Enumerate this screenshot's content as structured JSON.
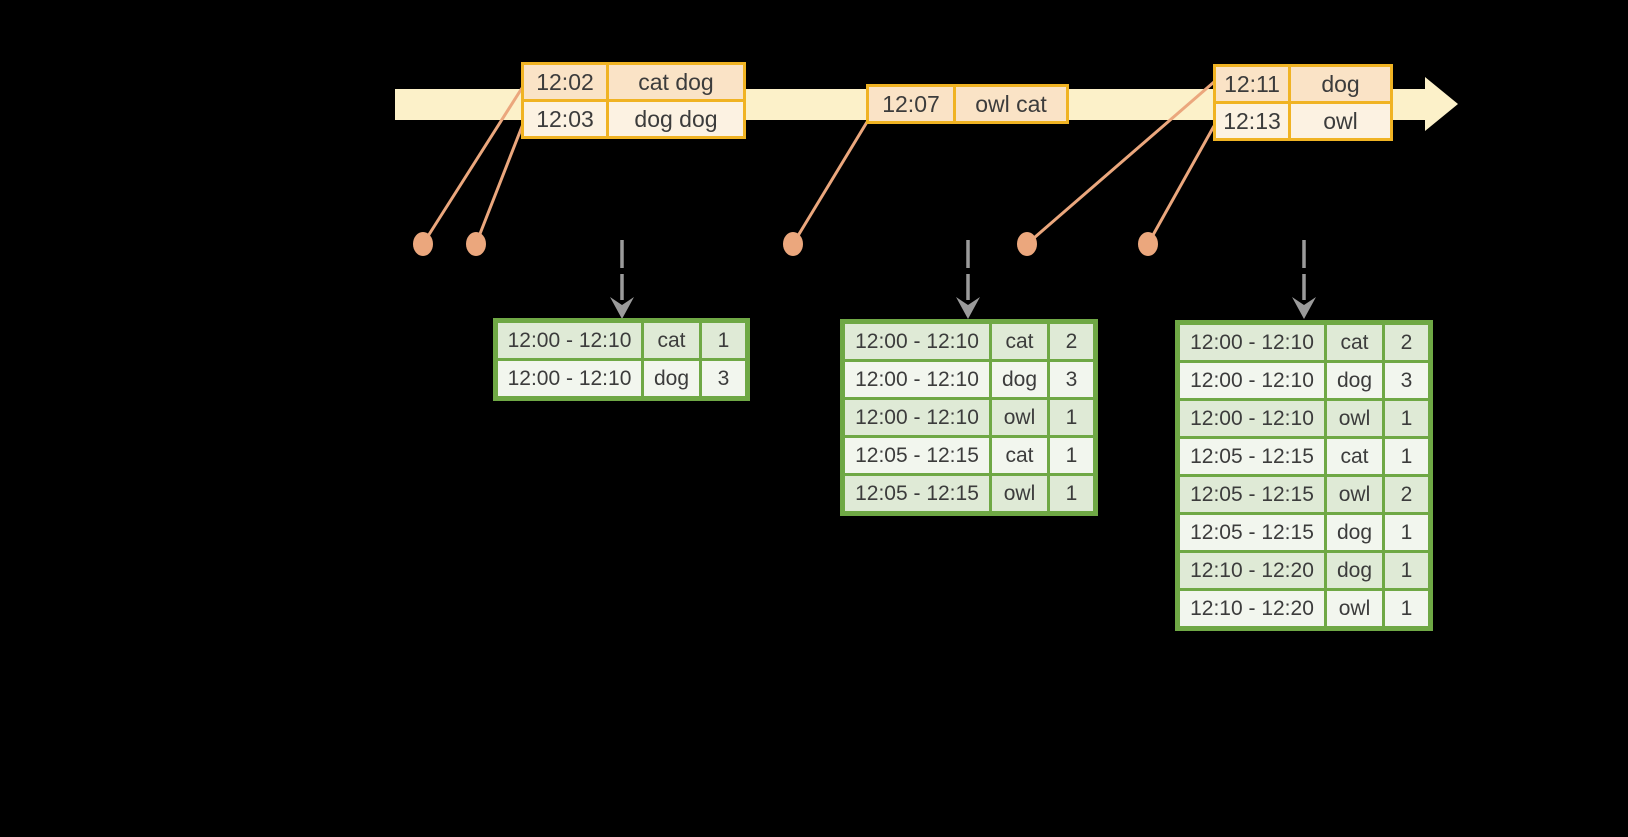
{
  "colors": {
    "canvas": "#000000",
    "timeline_fill": "#FCF1C9",
    "event_border": "#F0B323",
    "event_row_odd": "#FAE3C6",
    "event_row_even": "#FCF2E2",
    "connector": "#EBA77D",
    "dashed_arrow": "#9B9B9B",
    "result_border": "#6FA845",
    "result_row_odd": "#DFEAD6",
    "result_row_even": "#F2F6EE",
    "text": "#3C3C3C"
  },
  "icons": {
    "timeline_arrowhead": "right-arrow",
    "event_marker": "filled-dot",
    "trigger_arrow": "dashed-down-arrow"
  },
  "event_tables": [
    {
      "rows": [
        {
          "time": "12:02",
          "words": "cat dog"
        },
        {
          "time": "12:03",
          "words": "dog dog"
        }
      ]
    },
    {
      "rows": [
        {
          "time": "12:07",
          "words": "owl cat"
        }
      ]
    },
    {
      "rows": [
        {
          "time": "12:11",
          "words": "dog"
        },
        {
          "time": "12:13",
          "words": "owl"
        }
      ]
    }
  ],
  "result_tables": [
    {
      "rows": [
        {
          "window": "12:00 - 12:10",
          "word": "cat",
          "count": 1
        },
        {
          "window": "12:00 - 12:10",
          "word": "dog",
          "count": 3
        }
      ]
    },
    {
      "rows": [
        {
          "window": "12:00 - 12:10",
          "word": "cat",
          "count": 2
        },
        {
          "window": "12:00 - 12:10",
          "word": "dog",
          "count": 3
        },
        {
          "window": "12:00 - 12:10",
          "word": "owl",
          "count": 1
        },
        {
          "window": "12:05 - 12:15",
          "word": "cat",
          "count": 1
        },
        {
          "window": "12:05 - 12:15",
          "word": "owl",
          "count": 1
        }
      ]
    },
    {
      "rows": [
        {
          "window": "12:00 - 12:10",
          "word": "cat",
          "count": 2
        },
        {
          "window": "12:00 - 12:10",
          "word": "dog",
          "count": 3
        },
        {
          "window": "12:00 - 12:10",
          "word": "owl",
          "count": 1
        },
        {
          "window": "12:05 - 12:15",
          "word": "cat",
          "count": 1
        },
        {
          "window": "12:05 - 12:15",
          "word": "owl",
          "count": 2
        },
        {
          "window": "12:05 - 12:15",
          "word": "dog",
          "count": 1
        },
        {
          "window": "12:10 - 12:20",
          "word": "dog",
          "count": 1
        },
        {
          "window": "12:10 - 12:20",
          "word": "owl",
          "count": 1
        }
      ]
    }
  ]
}
